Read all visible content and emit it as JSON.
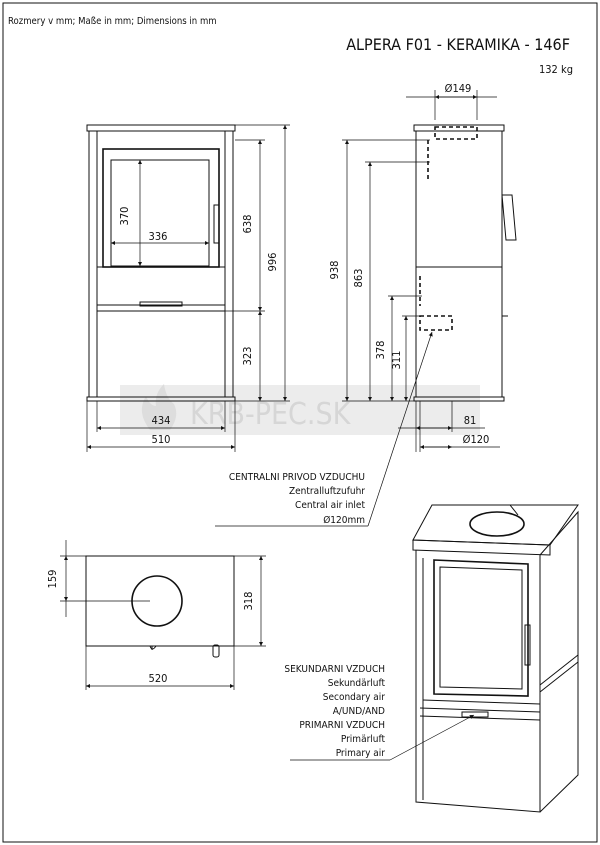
{
  "header": {
    "units_note": "Rozmery v mm; Maße in mm; Dimensions in mm",
    "title": "ALPERA F01 - KERAMIKA - 146F",
    "weight": "132 kg"
  },
  "watermark": "KRB-PEC.SK",
  "dimensions": {
    "front_glass_height": "370",
    "front_glass_width": "336",
    "front_upper_height": "638",
    "front_total_height": "996",
    "front_lower_height": "323",
    "front_inner_width": "434",
    "front_total_width": "510",
    "side_flue_diameter": "Ø149",
    "side_flue_center_height": "938",
    "side_upper_height": "863",
    "side_air_height": "378",
    "side_air_low_height": "311",
    "side_offset": "81",
    "side_air_diameter": "Ø120",
    "top_offset": "159",
    "top_depth": "318",
    "top_width": "520"
  },
  "labels": {
    "central_air": [
      "CENTRALNI PRIVOD VZDUCHU",
      "Zentralluftzufuhr",
      "Central air inlet",
      "Ø120mm"
    ],
    "secondary_primary": [
      "SEKUNDARNI VZDUCH",
      "Sekundärluft",
      "Secondary air",
      "A/UND/AND",
      "PRIMARNI VZDUCH",
      "Primärluft",
      "Primary air"
    ]
  }
}
